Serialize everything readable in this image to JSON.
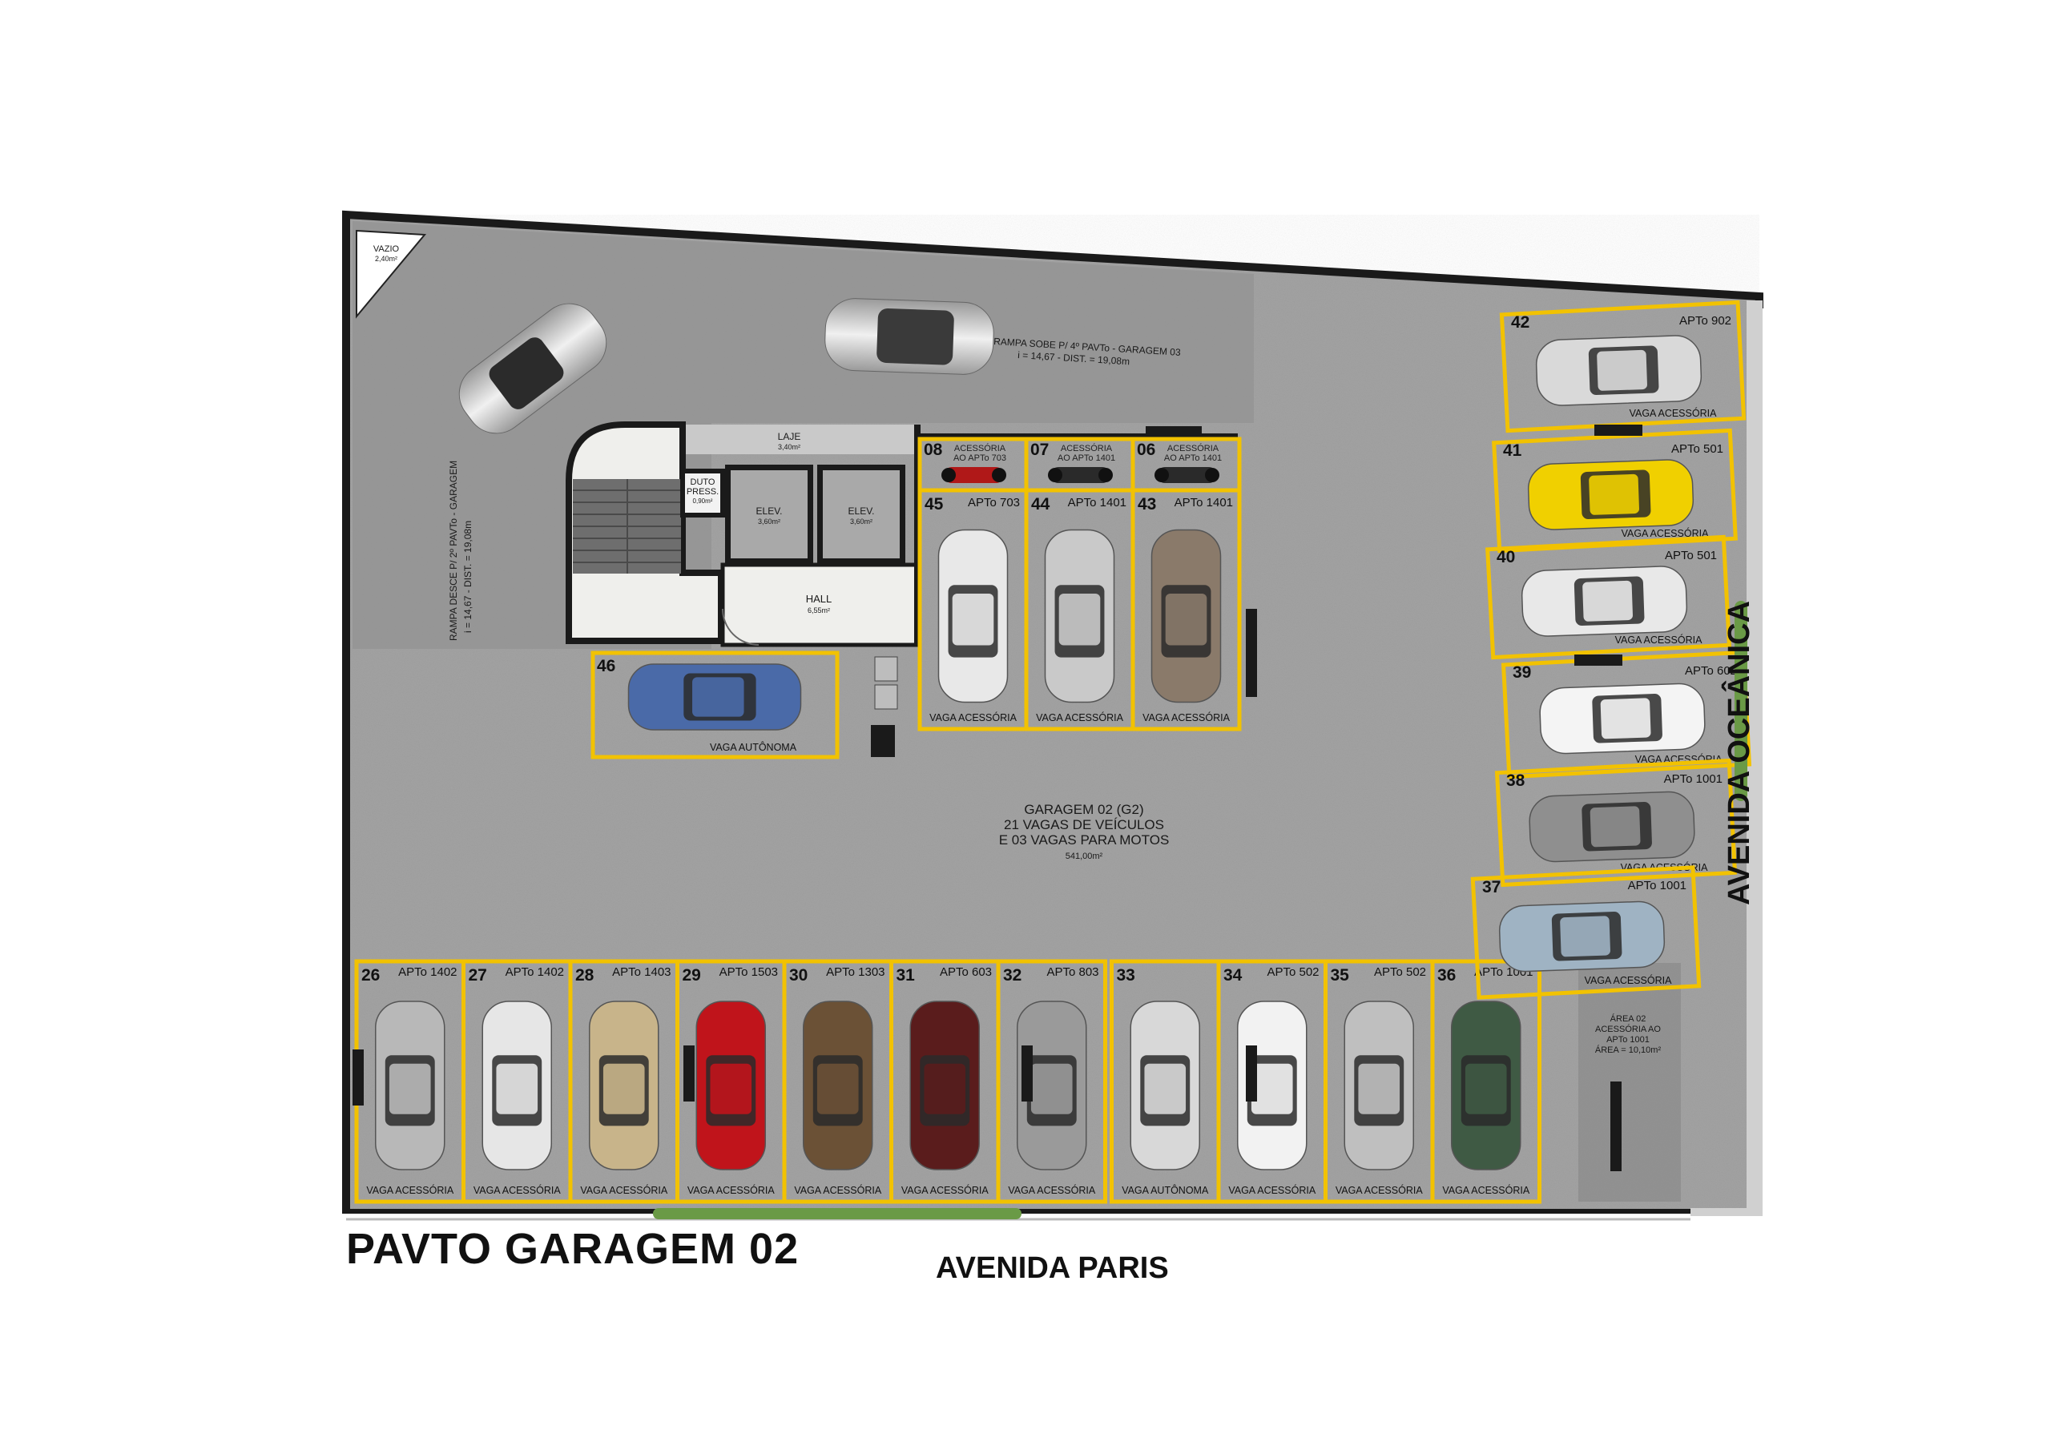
{
  "title": "PAVTO GARAGEM 02",
  "streets": {
    "bottom": "AVENIDA PARIS",
    "right": "AVENIDA OCEÂNICA"
  },
  "garage": {
    "line1": "GARAGEM 02 (G2)",
    "line2": "21 VAGAS  DE VEÍCULOS",
    "line3": "E 03 VAGAS PARA MOTOS",
    "area": "541,00m²"
  },
  "rooms": {
    "vazio": "VAZIO",
    "vazio_area": "2,40m²",
    "laje": "LAJE",
    "laje_area": "3,40m²",
    "duto": "DUTO",
    "duto2": "PRESS.",
    "duto_area": "0,90m²",
    "elev": "ELEV.",
    "elev_area": "3,60m²",
    "hall": "HALL",
    "hall_area": "6,55m²"
  },
  "ramps": {
    "up": "RAMPA SOBE P/ 4º PAVTo - GARAGEM 03",
    "up_detail": "i = 14,67 - DIST. = 19,08m",
    "down": "RAMPA DESCE P/ 2º PAVTo - GARAGEM",
    "down_detail": "i = 14,67 - DIST. = 19,08m"
  },
  "area02": [
    "ÁREA 02",
    "ACESSÓRIA AO",
    "APTo 1001",
    "ÁREA = 10,10m²"
  ],
  "bottom_spots": [
    {
      "num": "26",
      "apt": "APTo 1402",
      "type": "VAGA ACESSÓRIA"
    },
    {
      "num": "27",
      "apt": "APTo 1402",
      "type": "VAGA ACESSÓRIA"
    },
    {
      "num": "28",
      "apt": "APTo 1403",
      "type": "VAGA ACESSÓRIA"
    },
    {
      "num": "29",
      "apt": "APTo 1503",
      "type": "VAGA ACESSÓRIA"
    },
    {
      "num": "30",
      "apt": "APTo 1303",
      "type": "VAGA ACESSÓRIA"
    },
    {
      "num": "31",
      "apt": "APTo 603",
      "type": "VAGA ACESSÓRIA"
    },
    {
      "num": "32",
      "apt": "APTo 803",
      "type": "VAGA ACESSÓRIA"
    },
    {
      "num": "33",
      "apt": "",
      "type": "VAGA AUTÔNOMA"
    },
    {
      "num": "34",
      "apt": "APTo 502",
      "type": "VAGA ACESSÓRIA"
    },
    {
      "num": "35",
      "apt": "APTo 502",
      "type": "VAGA ACESSÓRIA"
    },
    {
      "num": "36",
      "apt": "APTo 1001",
      "type": "VAGA ACESSÓRIA"
    }
  ],
  "right_spots": [
    {
      "num": "42",
      "apt": "APTo 902",
      "type": "VAGA ACESSÓRIA"
    },
    {
      "num": "41",
      "apt": "APTo 501",
      "type": "VAGA ACESSÓRIA"
    },
    {
      "num": "40",
      "apt": "APTo 501",
      "type": "VAGA ACESSÓRIA"
    },
    {
      "num": "39",
      "apt": "APTo 602",
      "type": "VAGA ACESSÓRIA"
    },
    {
      "num": "38",
      "apt": "APTo 1001",
      "type": "VAGA ACESSÓRIA"
    },
    {
      "num": "37",
      "apt": "APTo 1001",
      "type": "VAGA ACESSÓRIA"
    }
  ],
  "center_spots": [
    {
      "num": "45",
      "apt": "APTo 703",
      "type": "VAGA ACESSÓRIA"
    },
    {
      "num": "44",
      "apt": "APTo 1401",
      "type": "VAGA ACESSÓRIA"
    },
    {
      "num": "43",
      "apt": "APTo 1401",
      "type": "VAGA ACESSÓRIA"
    }
  ],
  "moto_spots": [
    {
      "num": "08",
      "l1": "ACESSÓRIA",
      "l2": "AO APTo 703"
    },
    {
      "num": "07",
      "l1": "ACESSÓRIA",
      "l2": "AO APTo 1401"
    },
    {
      "num": "06",
      "l1": "ACESSÓRIA",
      "l2": "AO APTo 1401"
    }
  ],
  "spot46": {
    "num": "46",
    "type": "VAGA AUTÔNOMA"
  },
  "colors": {
    "floor": "#9e9e9e",
    "ramp": "#8d8d8d",
    "wall": "#1a1a1a",
    "spot_border": "#f2c200",
    "hall": "#efefec"
  }
}
